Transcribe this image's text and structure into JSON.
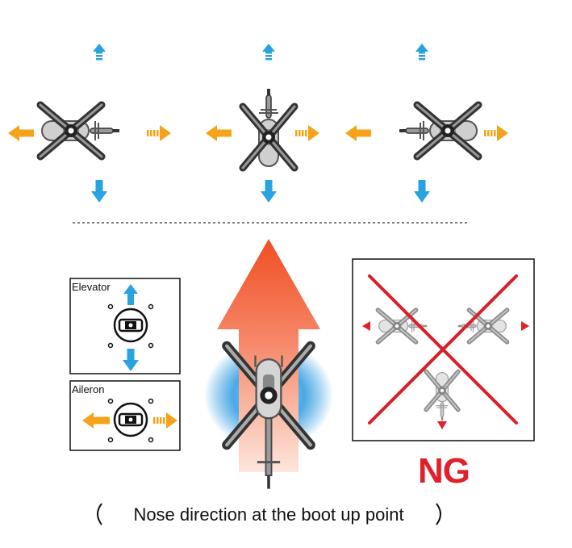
{
  "labels": {
    "elevator": "Elevator",
    "aileron": "Aileron",
    "ng": "NG",
    "caption": "Nose direction at the boot up point"
  },
  "colors": {
    "background": "#ffffff",
    "cyan_arrow": "#29a3e0",
    "orange_arrow": "#f5a31a",
    "ng_red": "#e1202b",
    "cross_red": "#d81f2a",
    "big_arrow_top": "#f04e23",
    "big_arrow_bottom": "#fbd8c8",
    "glow_blue": "#2f9ae0",
    "rotor_dark": "#333333",
    "body_grey": "#9a9a9a",
    "divider": "#555555"
  },
  "icons": {
    "helicopter": "helicopter-topview-icon",
    "stick": "control-stick-icon",
    "up_arrow": "arrow-up-icon",
    "down_arrow": "arrow-down-icon",
    "left_arrow": "arrow-left-icon",
    "right_arrow": "dashed-arrow-right-icon",
    "cross": "red-cross-icon",
    "pointer": "red-triangle-icon"
  }
}
